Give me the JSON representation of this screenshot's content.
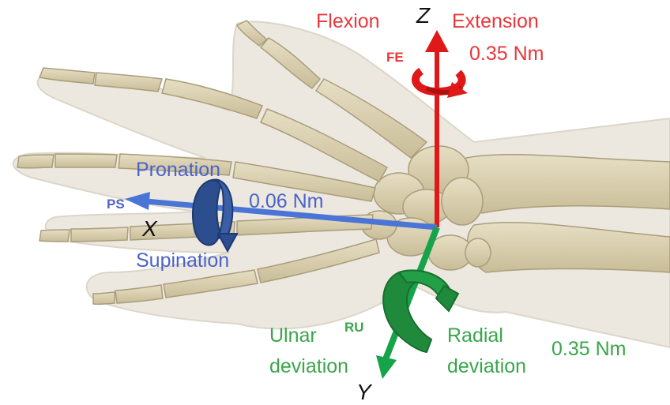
{
  "colors": {
    "fe": "#e8373c",
    "ps": "#4b63c9",
    "ru": "#3aa64a",
    "bone": "#d9cfb0",
    "bone_shadow": "#b9ad8c",
    "skin": "#ece7dd"
  },
  "axes": {
    "x": "X",
    "y": "Y",
    "z": "Z"
  },
  "fe": {
    "tag": "FE",
    "left": "Flexion",
    "right": "Extension",
    "torque": "0.35 Nm"
  },
  "ps": {
    "tag": "PS",
    "top": "Pronation",
    "bottom": "Supination",
    "torque": "0.06 Nm"
  },
  "ru": {
    "tag": "RU",
    "left_1": "Ulnar",
    "left_2": "deviation",
    "right_1": "Radial",
    "right_2": "deviation",
    "torque": "0.35 Nm"
  },
  "illustration": "hand-skeleton-dorsal-view"
}
